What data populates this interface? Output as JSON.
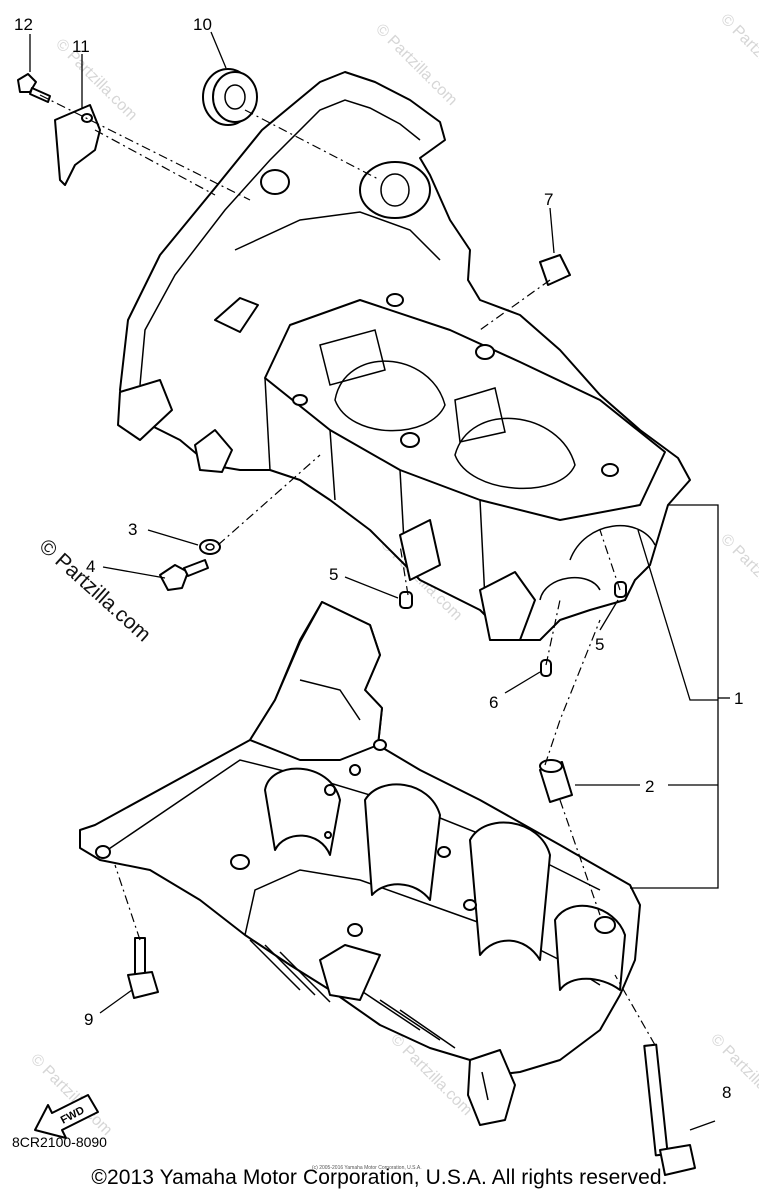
{
  "callouts": [
    "12",
    "11",
    "10",
    "7",
    "3",
    "4",
    "5",
    "5",
    "6",
    "1",
    "2",
    "9",
    "8"
  ],
  "drawing_code": "8CR2100-8090",
  "copyright": "©2013 Yamaha Motor Corporation, U.S.A. All rights reserved.",
  "tiny_copyright": "(c) 2005-2016 Yamaha Motor Corporation, U.S.A.",
  "watermark": "© Partzilla.com",
  "watermark_side": "© Partzilla.com",
  "fwd_label": "FWD"
}
